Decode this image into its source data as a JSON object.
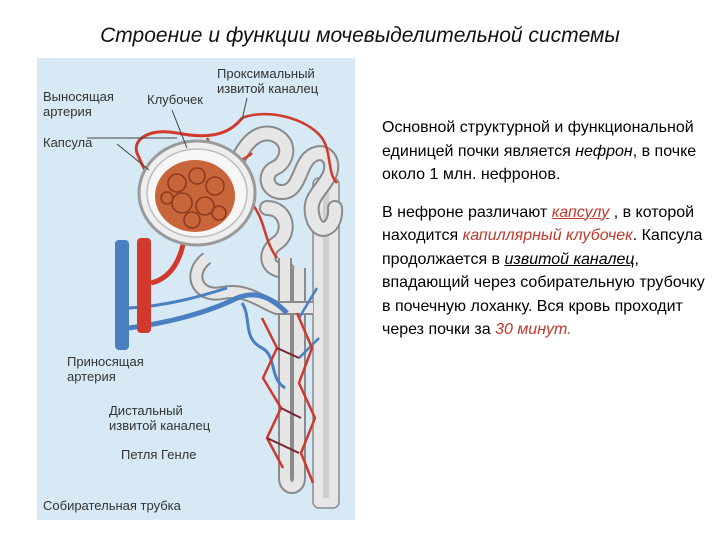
{
  "slide": {
    "title": "Строение и функции мочевыделительной системы"
  },
  "figure": {
    "labels": {
      "efferent": [
        "Выносящая",
        "артерия"
      ],
      "glomerulus": "Клубочек",
      "proximal": [
        "Проксимальный",
        "извитой каналец"
      ],
      "capsule": "Капсула",
      "afferent": [
        "Приносящая",
        "артерия"
      ],
      "distal": [
        "Дистальный",
        "извитой каналец"
      ],
      "loop": "Петля Генле",
      "collecting": "Собирательная трубка"
    },
    "colors": {
      "background": "#d6e9f5",
      "artery": "#d0392b",
      "vein": "#4a7fc1",
      "tubule": "#e6e6e6",
      "tubule_outline": "#8a8a8a",
      "glomerulus": "#c9653a"
    }
  },
  "text": {
    "p1": {
      "a": "Основной структурной и функциональной единицей почки является ",
      "b": "нефрон",
      "c": ", в почке около 1 млн. нефронов."
    },
    "p2": {
      "a": "В нефроне различают ",
      "b": "капсулу",
      "c": " , в которой находится ",
      "d": "капиллярный клубочек",
      "e": ". Капсула продолжается в ",
      "f": "извитой каналец",
      "g": ", впадающий через собирательную трубочку в почечную лоханку. Вся кровь проходит через почки за ",
      "h": "30 минут."
    }
  }
}
